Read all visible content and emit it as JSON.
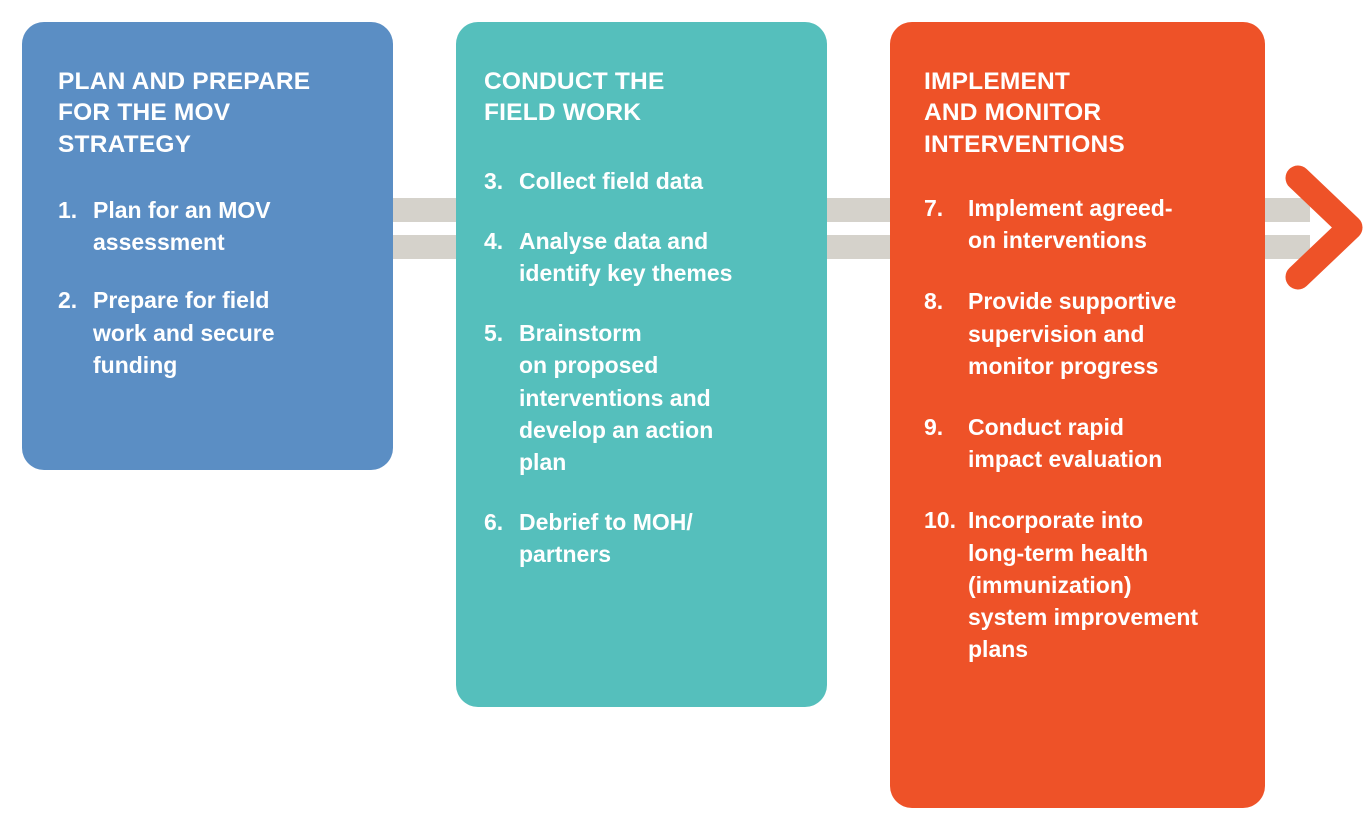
{
  "diagram": {
    "type": "three-stage-process-flow",
    "colors": {
      "stage1": "#5b8ec4",
      "stage2": "#55bfbc",
      "stage3": "#ee5228",
      "connector": "#d5d2cb",
      "arrow": "#ee5228",
      "background": "#ffffff",
      "text": "#ffffff"
    },
    "stages": [
      {
        "id": "plan-and-prepare",
        "title": "PLAN AND PREPARE\nFOR THE MOV\nSTRATEGY",
        "steps": [
          {
            "num": "1.",
            "text": "Plan for an MOV\nassessment"
          },
          {
            "num": "2.",
            "text": "Prepare for field\nwork and secure\nfunding"
          }
        ]
      },
      {
        "id": "conduct-field-work",
        "title": "CONDUCT THE\nFIELD WORK",
        "steps": [
          {
            "num": "3.",
            "text": "Collect field data"
          },
          {
            "num": "4.",
            "text": "Analyse data and\nidentify key themes"
          },
          {
            "num": "5.",
            "text": "Brainstorm\non proposed\ninterventions  and\ndevelop an action\nplan"
          },
          {
            "num": "6.",
            "text": "Debrief to MOH/\npartners"
          }
        ]
      },
      {
        "id": "implement-and-monitor",
        "title": "IMPLEMENT\nAND MONITOR\nINTERVENTIONS",
        "steps": [
          {
            "num": "7.",
            "text": "Implement agreed-\non interventions"
          },
          {
            "num": "8.",
            "text": "Provide supportive\nsupervision and\nmonitor progress"
          },
          {
            "num": "9.",
            "text": "Conduct rapid\nimpact evaluation"
          },
          {
            "num": "10.",
            "text": "Incorporate into\nlong-term  health\n(immunization)\nsystem improvement\nplans"
          }
        ]
      }
    ],
    "connectors": [
      {
        "id": "connector-1",
        "name": "arrow-connector-stage1-stage2"
      },
      {
        "id": "connector-2",
        "name": "arrow-connector-stage2-stage3"
      },
      {
        "id": "connector-3",
        "name": "arrow-connector-stage3-end"
      }
    ],
    "arrow_head": {
      "name": "chevron-right-icon"
    }
  }
}
